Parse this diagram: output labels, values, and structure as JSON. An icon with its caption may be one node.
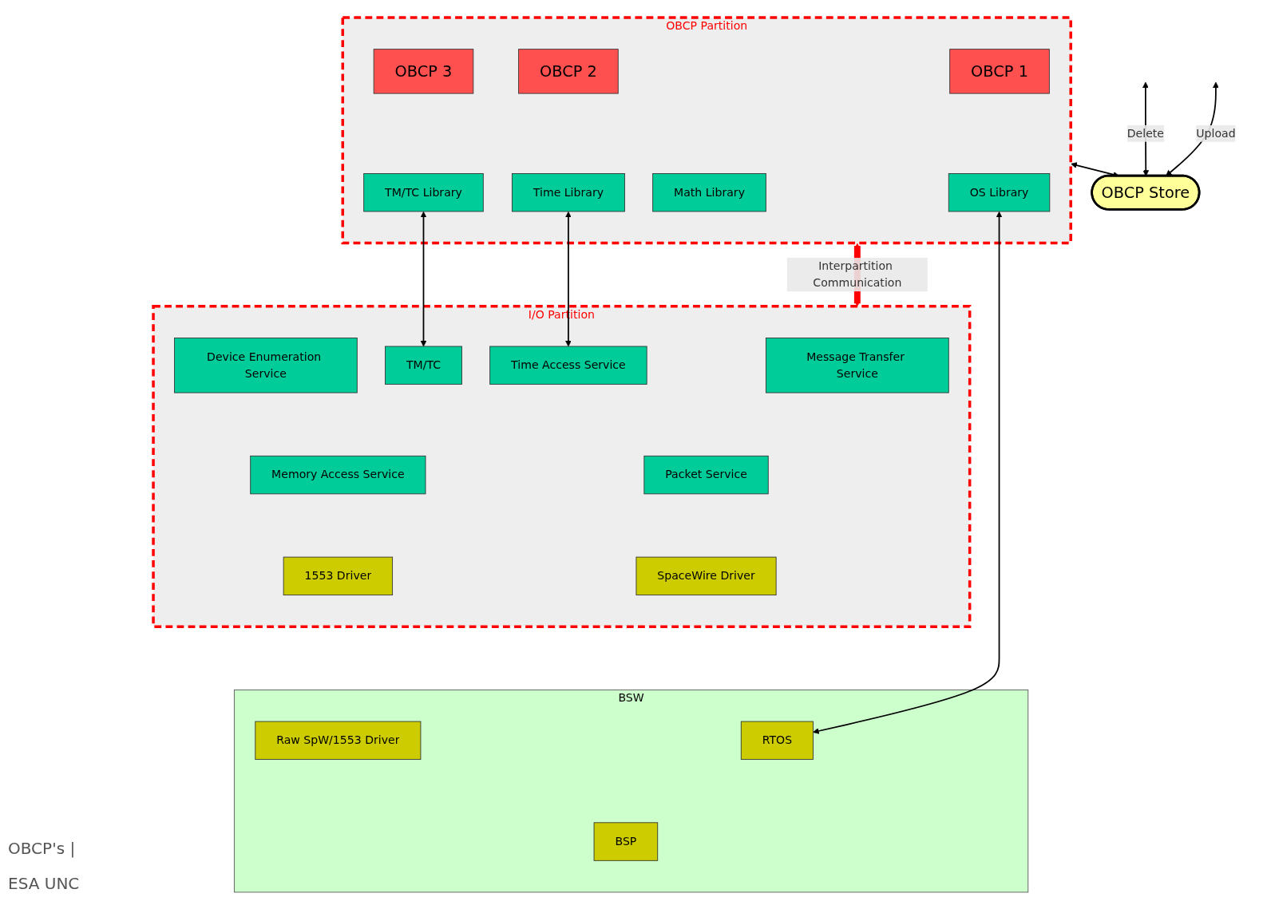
{
  "diagram": {
    "nodes": [
      {
        "text": [
          "OBCP Partition"
        ]
      },
      {
        "text": [
          "OBCP 1"
        ],
        "in": 0
      },
      {
        "text": [
          "OBCP 2"
        ],
        "in": 0
      },
      {
        "text": [
          "OBCP 3"
        ],
        "in": 0
      },
      {
        "text": [
          "OS Library"
        ],
        "in": 0
      },
      {
        "text": [
          "Time Library"
        ],
        "in": 0
      },
      {
        "text": [
          "Math Library"
        ],
        "in": 0
      },
      {
        "text": [
          "TM/TC Library"
        ],
        "in": 0
      },
      {
        "text": [
          "OBCP Store"
        ]
      },
      {
        "text": [
          "I/O Partition"
        ]
      },
      {
        "text": [
          "Message Transfer Service"
        ],
        "in": 9
      },
      {
        "text": [
          "Time Access Service"
        ],
        "in": 9
      },
      {
        "text": [
          "TM/TC"
        ],
        "in": 9
      },
      {
        "text": [
          "Device Enumeration Service"
        ],
        "in": 9
      },
      {
        "text": [
          "Packet Service"
        ],
        "in": 9
      },
      {
        "text": [
          "Memory Access Service"
        ],
        "in": 9
      },
      {
        "text": [
          "SpaceWire Driver"
        ],
        "in": 9
      },
      {
        "text": [
          "1553 Driver"
        ],
        "in": 9
      },
      {
        "text": [
          "BSW"
        ]
      },
      {
        "text": [
          "RTOS"
        ],
        "in": 18
      },
      {
        "text": [
          "Raw SpW/1553 Driver"
        ],
        "in": 18
      },
      {
        "text": [
          "BSP"
        ],
        "in": 18
      }
    ],
    "edges": [
      {
        "from": 0,
        "to": 8,
        "arrow": "both"
      },
      {
        "from": 4,
        "to": 19,
        "arrow": "both"
      },
      {
        "from": 5,
        "to": 11,
        "arrow": "both"
      },
      {
        "from": 7,
        "to": 12,
        "arrow": "both"
      },
      {
        "from": 0,
        "to": 9,
        "arrow": "both",
        "label": "Interpartition Communication",
        "style": "thick",
        "color": "#ff0000"
      },
      {
        "from": null,
        "to": 8,
        "arrow": "both",
        "label": "Upload"
      },
      {
        "from": null,
        "to": 8,
        "arrow": "both",
        "label": "Delete"
      }
    ],
    "labels": [
      "OBCP's |",
      "ESA UNC"
    ]
  }
}
